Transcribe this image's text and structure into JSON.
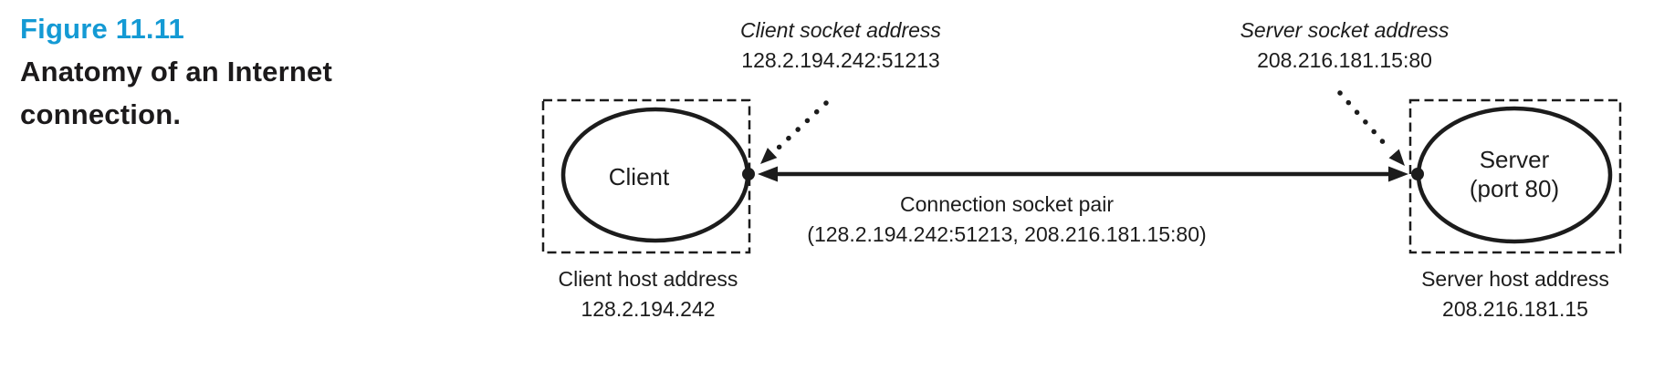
{
  "caption": {
    "figure_label": "Figure 11.11",
    "figure_title": "Anatomy of an Internet connection.",
    "accent_color": "#149ad4",
    "ink_color": "#1c1c1c"
  },
  "diagram": {
    "client": {
      "node_label": "Client",
      "socket_label": "Client socket address",
      "socket_address": "128.2.194.242:51213",
      "host_label": "Client host address",
      "host_address": "128.2.194.242"
    },
    "server": {
      "node_label_line1": "Server",
      "node_label_line2": "(port 80)",
      "socket_label": "Server socket address",
      "socket_address": "208.216.181.15:80",
      "host_label": "Server host address",
      "host_address": "208.216.181.15"
    },
    "connection": {
      "label": "Connection socket pair",
      "pair": "(128.2.194.242:51213, 208.216.181.15:80)"
    }
  }
}
